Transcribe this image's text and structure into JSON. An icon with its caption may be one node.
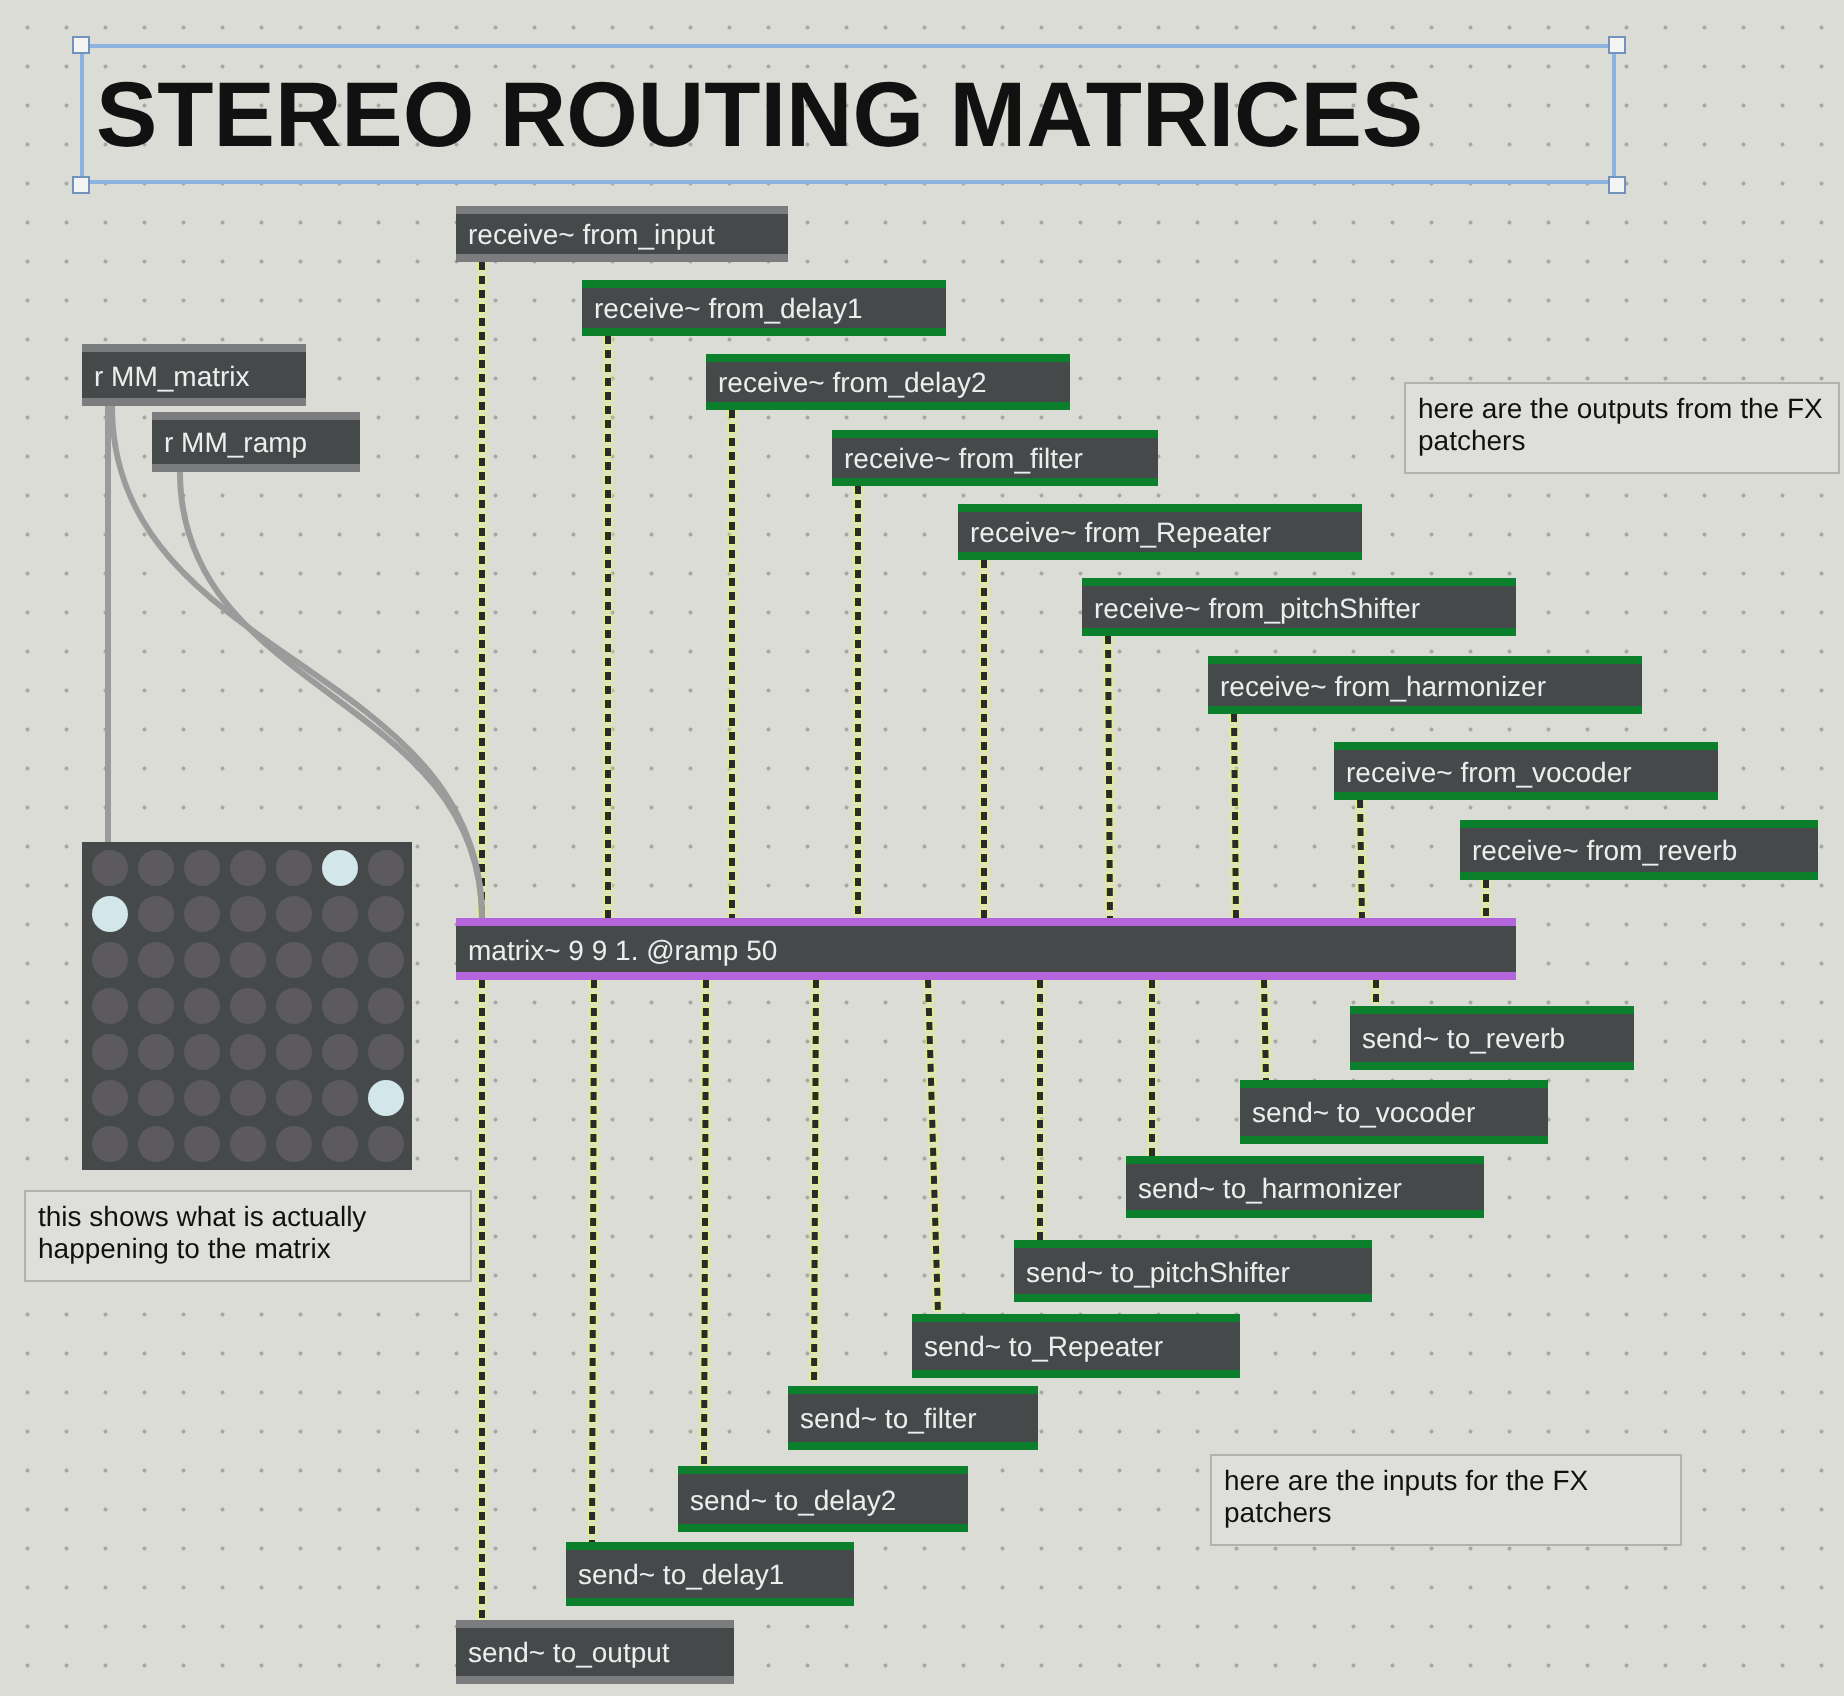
{
  "diagram": {
    "title": "STEREO ROUTING MATRICES",
    "nodes": [
      {
        "text": [
          "receive~ from_input"
        ]
      },
      {
        "text": [
          "receive~ from_delay1"
        ]
      },
      {
        "text": [
          "r MM_matrix"
        ]
      },
      {
        "text": [
          "receive~ from_delay2"
        ]
      },
      {
        "text": [
          "here are the outputs from the FX patchers"
        ]
      },
      {
        "text": [
          "r MM_ramp"
        ]
      },
      {
        "text": [
          "receive~ from_filter"
        ]
      },
      {
        "text": [
          "receive~ from_Repeater"
        ]
      },
      {
        "text": [
          "receive~ from_pitchShifter"
        ]
      },
      {
        "text": [
          "receive~ from_harmonizer"
        ]
      },
      {
        "text": [
          "receive~ from_vocoder"
        ]
      },
      {
        "text": [
          "receive~ from_reverb"
        ]
      },
      {
        "text": [],
        "shape": "grid"
      },
      {
        "text": [
          "matrix~ 9 9 1. @ramp 50"
        ]
      },
      {
        "text": [
          "send~ to_reverb"
        ]
      },
      {
        "text": [
          "send~ to_vocoder"
        ]
      },
      {
        "text": [
          "send~ to_harmonizer"
        ]
      },
      {
        "text": [
          "this shows what is actually happening to the matrix"
        ]
      },
      {
        "text": [
          "send~ to_pitchShifter"
        ]
      },
      {
        "text": [
          "send~ to_Repeater"
        ]
      },
      {
        "text": [
          "send~ to_filter"
        ]
      },
      {
        "text": [
          "here are the inputs for the FX patchers"
        ]
      },
      {
        "text": [
          "send~ to_delay2"
        ]
      },
      {
        "text": [
          "send~ to_delay1"
        ]
      },
      {
        "text": [
          "send~ to_output"
        ]
      }
    ],
    "edges": [
      {
        "from": 0,
        "to": 13,
        "arrow": "none",
        "style": "dashed"
      },
      {
        "from": 1,
        "to": 13,
        "arrow": "none",
        "style": "dashed"
      },
      {
        "from": 3,
        "to": 13,
        "arrow": "none",
        "style": "dashed"
      },
      {
        "from": 6,
        "to": 13,
        "arrow": "none",
        "style": "dashed"
      },
      {
        "from": 7,
        "to": 13,
        "arrow": "none",
        "style": "dashed"
      },
      {
        "from": 8,
        "to": 13,
        "arrow": "none",
        "style": "dashed"
      },
      {
        "from": 9,
        "to": 13,
        "arrow": "none",
        "style": "dashed"
      },
      {
        "from": 10,
        "to": 13,
        "arrow": "none",
        "style": "dashed"
      },
      {
        "from": 11,
        "to": 13,
        "arrow": "none",
        "style": "dashed"
      },
      {
        "from": 2,
        "to": 12,
        "arrow": "none",
        "color": "#9b9b9b"
      },
      {
        "from": 2,
        "to": 13,
        "arrow": "none",
        "color": "#9b9b9b"
      },
      {
        "from": 5,
        "to": 13,
        "arrow": "none",
        "color": "#9b9b9b"
      },
      {
        "from": 13,
        "to": 24,
        "arrow": "none",
        "style": "dashed"
      },
      {
        "from": 13,
        "to": 23,
        "arrow": "none",
        "style": "dashed"
      },
      {
        "from": 13,
        "to": 22,
        "arrow": "none",
        "style": "dashed"
      },
      {
        "from": 13,
        "to": 20,
        "arrow": "none",
        "style": "dashed"
      },
      {
        "from": 13,
        "to": 19,
        "arrow": "none",
        "style": "dashed"
      },
      {
        "from": 13,
        "to": 18,
        "arrow": "none",
        "style": "dashed"
      },
      {
        "from": 13,
        "to": 16,
        "arrow": "none",
        "style": "dashed"
      },
      {
        "from": 13,
        "to": 15,
        "arrow": "none",
        "style": "dashed"
      },
      {
        "from": 13,
        "to": 14,
        "arrow": "none",
        "style": "dashed"
      }
    ]
  }
}
